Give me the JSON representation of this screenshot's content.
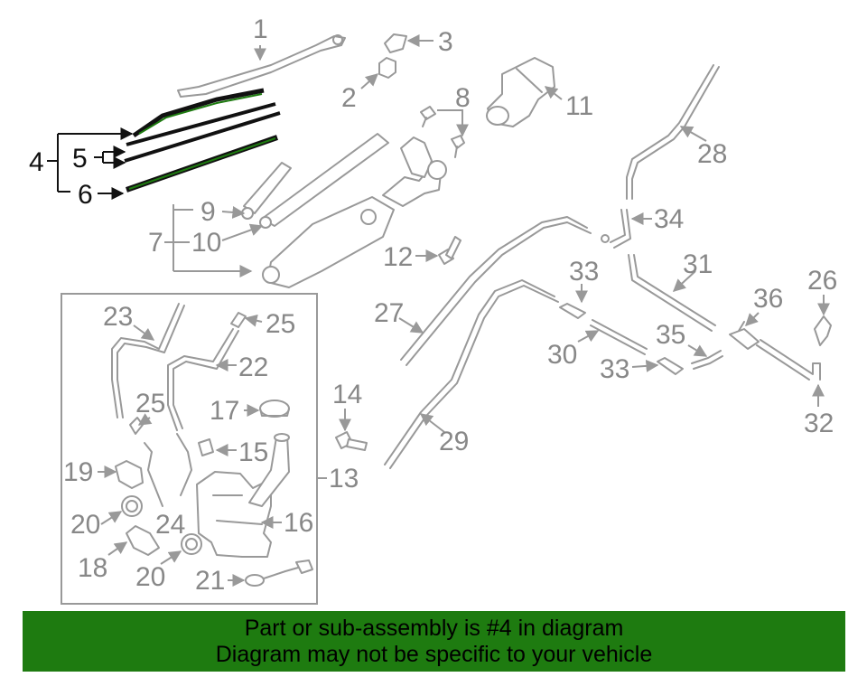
{
  "labels": {
    "n1": "1",
    "n2": "2",
    "n3": "3",
    "n4": "4",
    "n5": "5",
    "n6": "6",
    "n7": "7",
    "n8": "8",
    "n9": "9",
    "n10": "10",
    "n11": "11",
    "n12": "12",
    "n13": "13",
    "n14": "14",
    "n15": "15",
    "n16": "16",
    "n17": "17",
    "n18": "18",
    "n19": "19",
    "n20a": "20",
    "n20b": "20",
    "n21": "21",
    "n22": "22",
    "n23": "23",
    "n24": "24",
    "n25a": "25",
    "n25b": "25",
    "n26": "26",
    "n27": "27",
    "n28": "28",
    "n29": "29",
    "n30": "30",
    "n31": "31",
    "n32": "32",
    "n33a": "33",
    "n33b": "33",
    "n34": "34",
    "n35": "35",
    "n36": "36"
  },
  "banner": {
    "line1": "Part or sub-assembly is #4 in diagram",
    "line2": "Diagram may not be specific to your vehicle",
    "color": "#1e7b10"
  },
  "colors": {
    "part_stroke": "#999999",
    "highlight": "#1e7b10",
    "callout_dark": "#111111"
  }
}
